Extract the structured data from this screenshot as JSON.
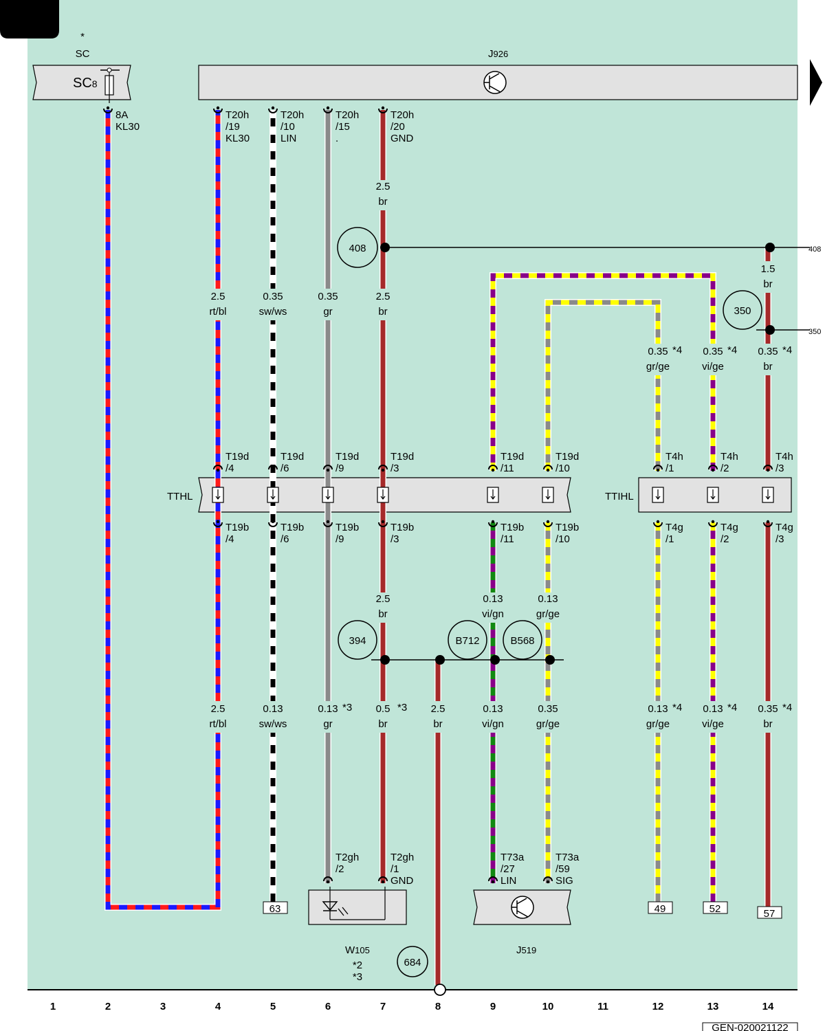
{
  "diagram_id": "GEN-020021122",
  "labels": {
    "sc_star": "*",
    "sc": "SC",
    "sc8": "SC",
    "sc8_sub": "8",
    "j926": "J",
    "j926_sub": "926",
    "tthl": "TTHL",
    "ttihl": "TTIHL",
    "w105": "W",
    "w105_sub": "105",
    "w105_note1": "*2",
    "w105_note2": "*3",
    "j519": "J",
    "j519_sub": "519"
  },
  "circles": [
    "408",
    "350",
    "394",
    "B712",
    "B568",
    "684"
  ],
  "side_refs": [
    "408",
    "350"
  ],
  "ground_refs": [
    "63",
    "49",
    "52",
    "57"
  ],
  "columns": [
    "1",
    "2",
    "3",
    "4",
    "5",
    "6",
    "7",
    "8",
    "9",
    "10",
    "11",
    "12",
    "13",
    "14"
  ],
  "pins": {
    "sc8": [
      "8A",
      "KL30"
    ],
    "j926_19": [
      "T20h",
      "/19",
      "KL30"
    ],
    "j926_10": [
      "T20h",
      "/10",
      "LIN"
    ],
    "j926_15": [
      "T20h",
      "/15",
      "."
    ],
    "j926_20": [
      "T20h",
      "/20",
      "GND"
    ],
    "t19d_4": [
      "T19d",
      "/4"
    ],
    "t19d_6": [
      "T19d",
      "/6"
    ],
    "t19d_9": [
      "T19d",
      "/9"
    ],
    "t19d_3": [
      "T19d",
      "/3"
    ],
    "t19d_11": [
      "T19d",
      "/11"
    ],
    "t19d_10": [
      "T19d",
      "/10"
    ],
    "t4h_1": [
      "T4h",
      "/1"
    ],
    "t4h_2": [
      "T4h",
      "/2"
    ],
    "t4h_3": [
      "T4h",
      "/3"
    ],
    "t19b_4": [
      "T19b",
      "/4"
    ],
    "t19b_6": [
      "T19b",
      "/6"
    ],
    "t19b_9": [
      "T19b",
      "/9"
    ],
    "t19b_3": [
      "T19b",
      "/3"
    ],
    "t19b_11": [
      "T19b",
      "/11"
    ],
    "t19b_10": [
      "T19b",
      "/10"
    ],
    "t4g_1": [
      "T4g",
      "/1"
    ],
    "t4g_2": [
      "T4g",
      "/2"
    ],
    "t4g_3": [
      "T4g",
      "/3"
    ],
    "t2gh_2": [
      "T2gh",
      "/2"
    ],
    "t2gh_1": [
      "T2gh",
      "/1",
      "GND"
    ],
    "t73a_27": [
      "T73a",
      "/27",
      "LIN"
    ],
    "t73a_59": [
      "T73a",
      "/59",
      "SIG"
    ]
  },
  "wire_labels": {
    "c7_top": [
      "2.5",
      "br"
    ],
    "c14_top": [
      "1.5",
      "br"
    ],
    "c4_mid": [
      "2.5",
      "rt/bl"
    ],
    "c5_mid": [
      "0.35",
      "sw/ws"
    ],
    "c6_mid": [
      "0.35",
      "gr"
    ],
    "c7_mid": [
      "2.5",
      "br"
    ],
    "c12_mid": [
      "0.35",
      "gr/ge",
      "*4"
    ],
    "c13_mid": [
      "0.35",
      "vi/ge",
      "*4"
    ],
    "c14_mid": [
      "0.35",
      "br",
      "*4"
    ],
    "c7_low": [
      "2.5",
      "br"
    ],
    "c9_low": [
      "0.13",
      "vi/gn"
    ],
    "c10_low": [
      "0.13",
      "gr/ge"
    ],
    "c4_bot": [
      "2.5",
      "rt/bl"
    ],
    "c5_bot": [
      "0.13",
      "sw/ws"
    ],
    "c6_bot": [
      "0.13",
      "gr",
      "*3"
    ],
    "c7_bot": [
      "0.5",
      "br",
      "*3"
    ],
    "c8_bot": [
      "2.5",
      "br"
    ],
    "c9_bot": [
      "0.13",
      "vi/gn"
    ],
    "c10_bot": [
      "0.35",
      "gr/ge"
    ],
    "c12_bot": [
      "0.13",
      "gr/ge",
      "*4"
    ],
    "c13_bot": [
      "0.13",
      "vi/ge",
      "*4"
    ],
    "c14_bot": [
      "0.35",
      "br",
      "*4"
    ]
  },
  "colors": {
    "background": "#c0e5d8",
    "box": "#e2e2e2",
    "red": "#ff1a1a",
    "blue": "#1a1aff",
    "brown": "#a52a2a",
    "grey": "#8a8a8a",
    "yellow": "#ffff00",
    "violet": "#880088",
    "green": "#118811",
    "black": "#000000"
  }
}
